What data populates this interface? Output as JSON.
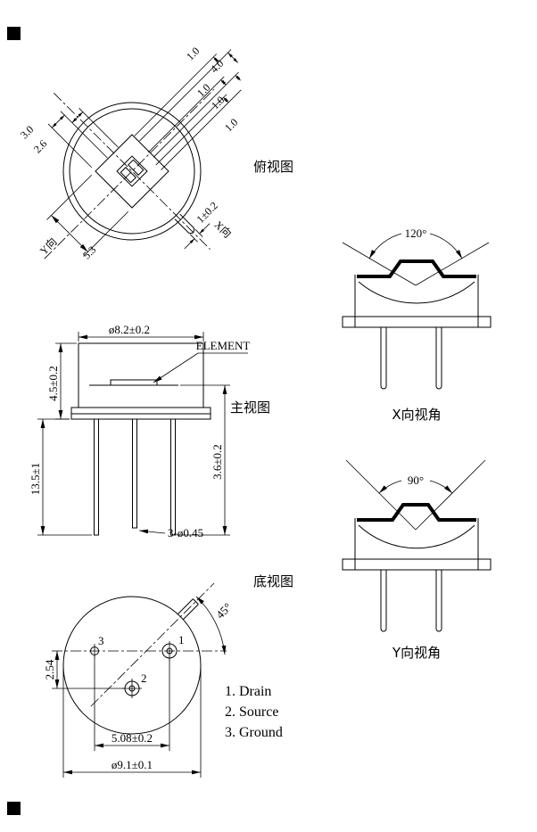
{
  "top_view": {
    "title": "俯视图",
    "fan_dims": [
      "1.0",
      "4.0",
      "1.0",
      "1.0",
      "1.0"
    ],
    "left_dims": [
      "3.0",
      "2.6"
    ],
    "width_dim": "5.3",
    "tab_dim": "1±0.2",
    "axis_y": "Y向",
    "axis_x": "X向"
  },
  "front_view": {
    "title": "主视图",
    "dia_dim": "ø8.2±0.2",
    "element_label": "ELEMENT",
    "cap_height_dim": "4.5±0.2",
    "pin_length_dim": "13.5±1",
    "inner_height_dim": "3.6±0.2",
    "pin_dia_dim": "3-ø0.45"
  },
  "bottom_view": {
    "title": "底视图",
    "row_pitch_dim": "2.54",
    "col_pitch_dim": "5.08±0.2",
    "dia_dim": "ø9.1±0.1",
    "tab_angle_dim": "45°",
    "pin1": "1",
    "pin2": "2",
    "pin3": "3"
  },
  "x_view": {
    "title": "X向视角",
    "angle_dim": "120°"
  },
  "y_view": {
    "title": "Y向视角",
    "angle_dim": "90°"
  },
  "legend": {
    "items": [
      "1. Drain",
      "2. Source",
      "3. Ground"
    ]
  }
}
